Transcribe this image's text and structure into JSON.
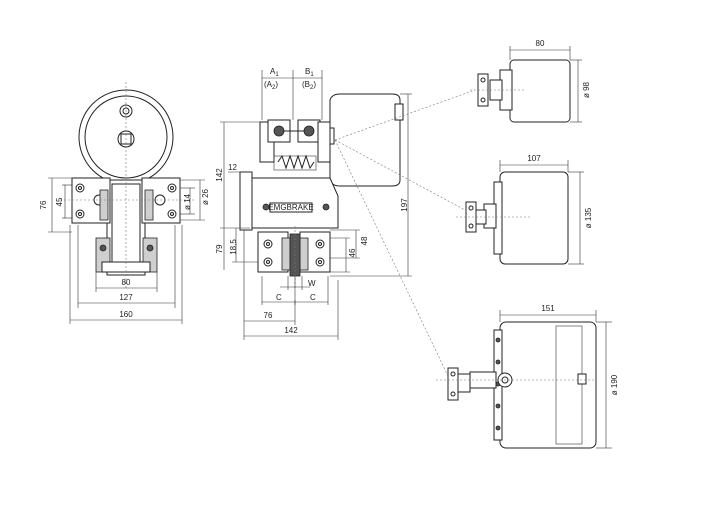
{
  "front_view": {
    "dim_height_76": "76",
    "dim_height_45": "45",
    "dim_dia_14": "ø 14",
    "dim_dia_26": "ø 26",
    "dim_width_80": "80",
    "dim_width_127": "127",
    "dim_width_160": "160"
  },
  "side_view": {
    "label_a1": "A",
    "label_a1_sub": "1",
    "label_a2": "(A",
    "label_a2_sub": "2",
    "label_a2_close": ")",
    "label_b1": "B",
    "label_b1_sub": "1",
    "label_b2": "(B",
    "label_b2_sub": "2",
    "label_b2_close": ")",
    "dim_142_vertical": "142",
    "dim_12": "12",
    "dim_79": "79",
    "dim_18_5": "18,5",
    "dim_48": "48",
    "dim_46": "46",
    "dim_197": "197",
    "dim_c_left": "C",
    "dim_c_right": "C",
    "dim_w": "W",
    "dim_76": "76",
    "dim_142_horizontal": "142",
    "brand_plate": "EMGBRAKE"
  },
  "actuator_small": {
    "dim_length": "80",
    "dim_dia": "ø 98"
  },
  "actuator_medium": {
    "dim_length": "107",
    "dim_dia": "ø 135"
  },
  "actuator_large": {
    "dim_length": "151",
    "dim_dia": "ø 190"
  }
}
